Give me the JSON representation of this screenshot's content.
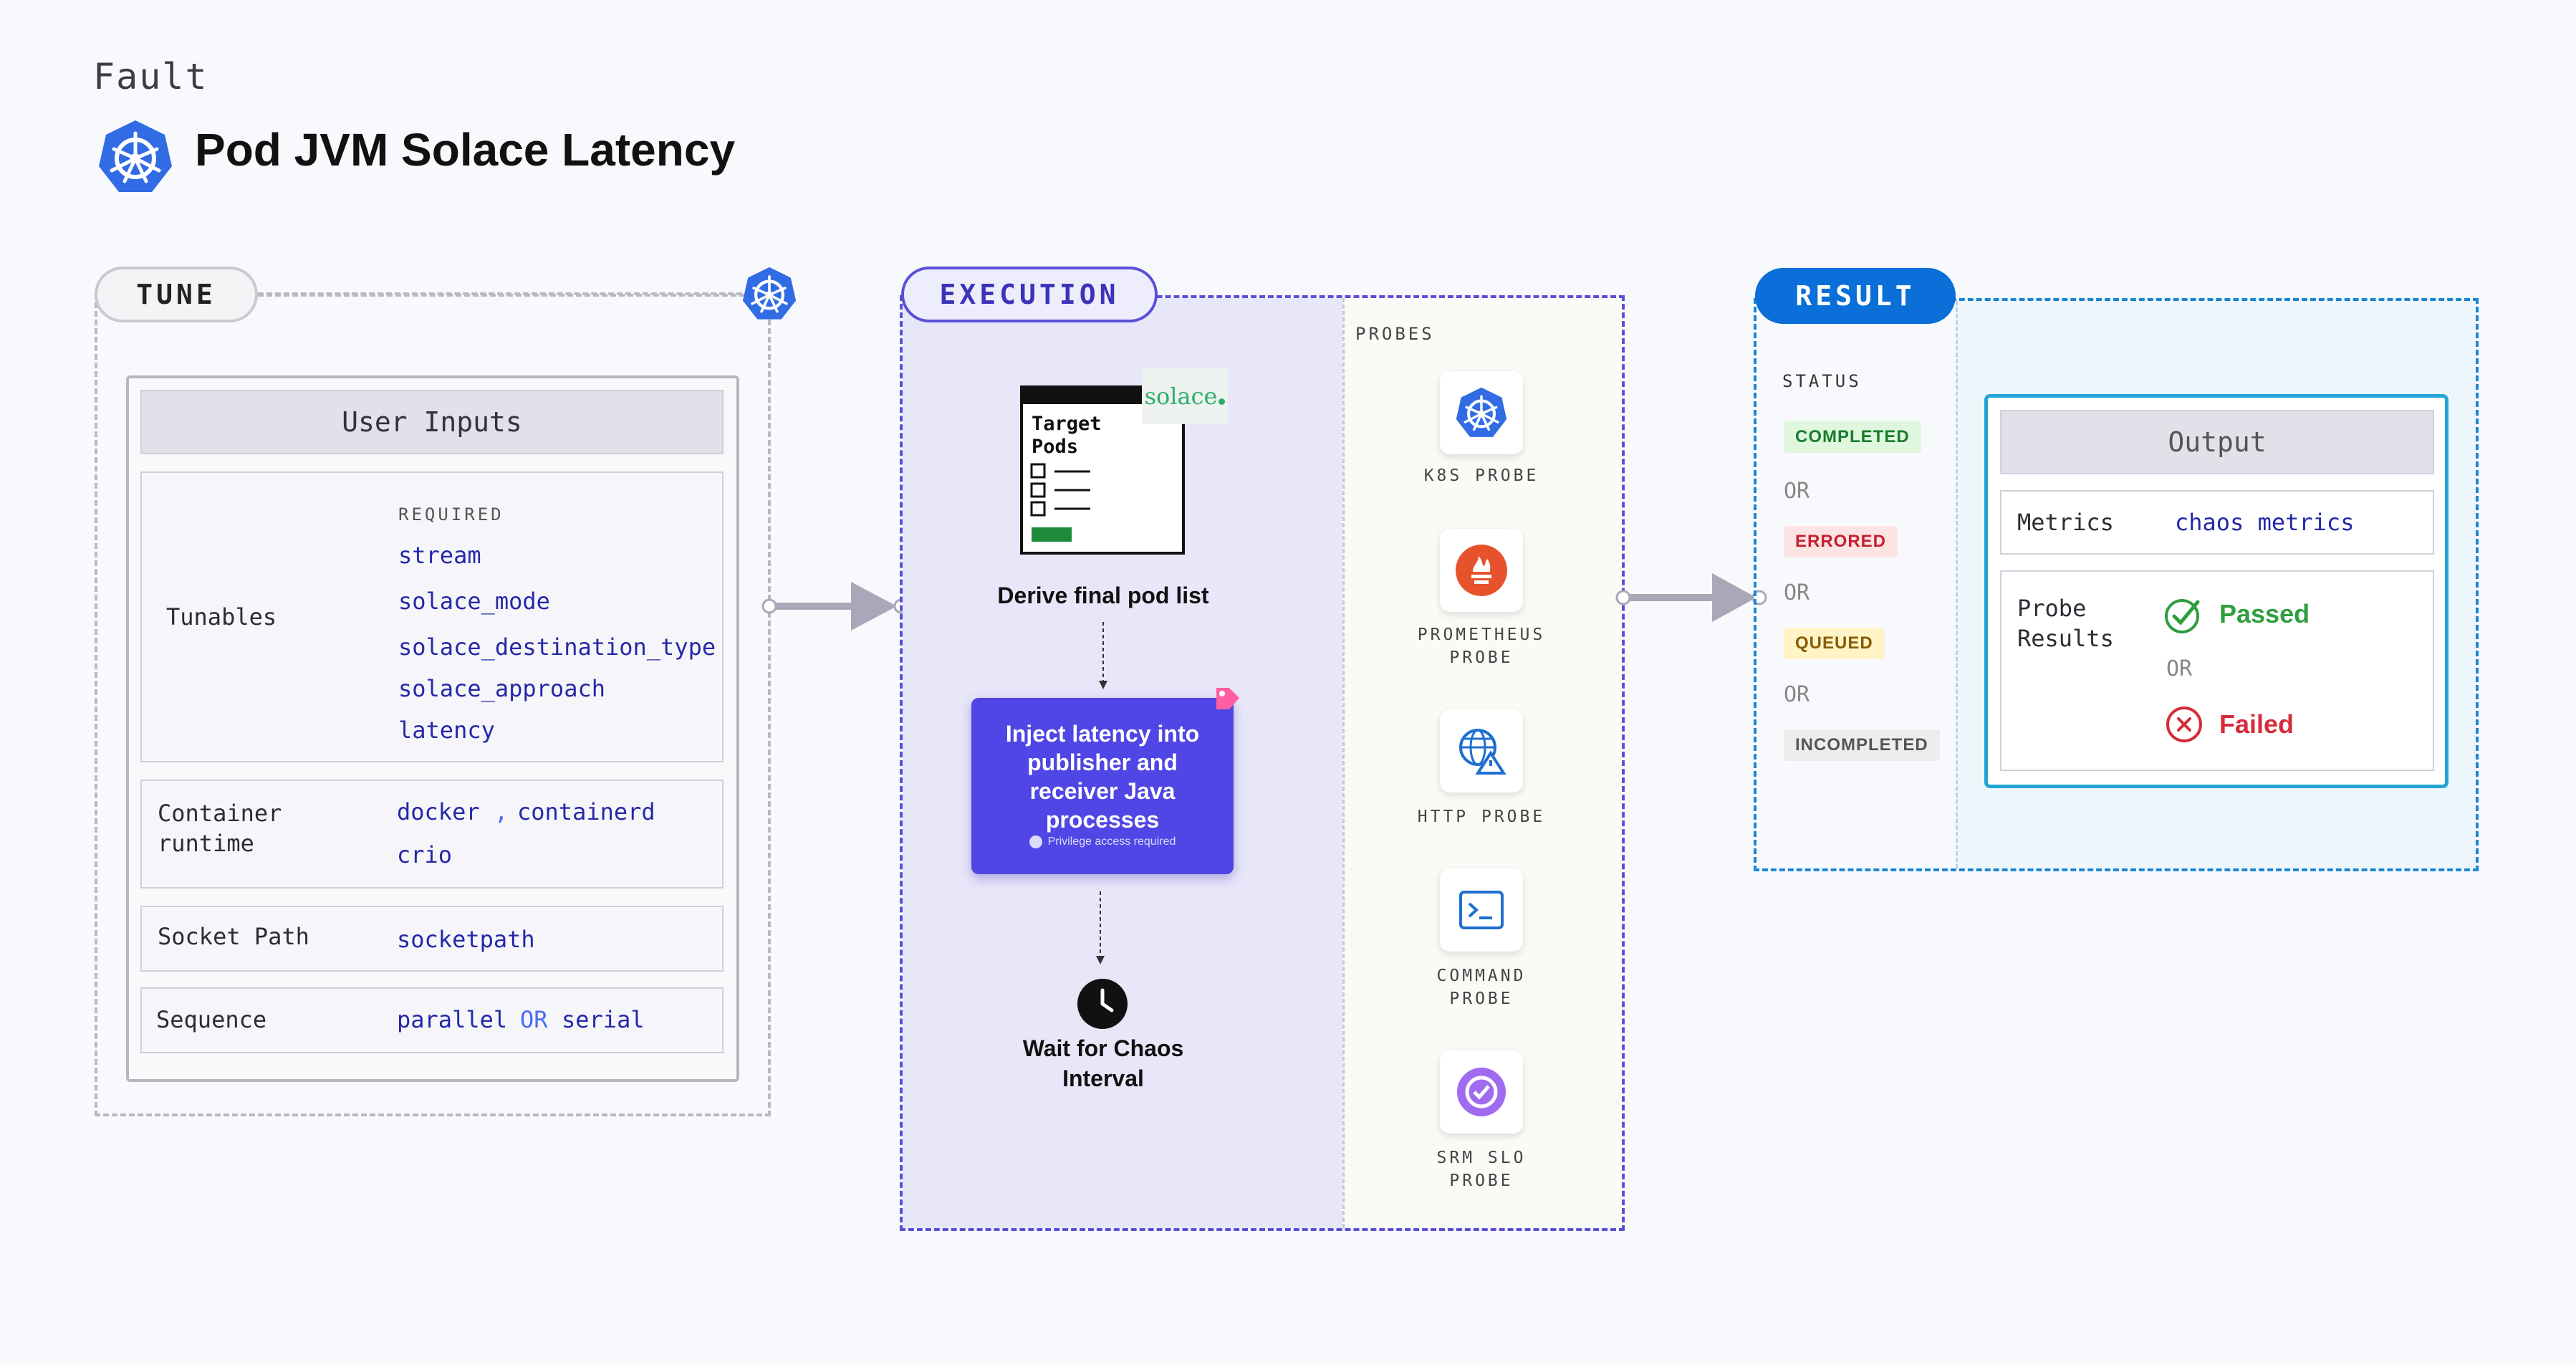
{
  "header": {
    "category": "Fault",
    "title": "Pod JVM Solace Latency"
  },
  "tune": {
    "label": "TUNE",
    "user_inputs_title": "User Inputs",
    "tunables_label": "Tunables",
    "required_label": "REQUIRED",
    "tunables": [
      "stream",
      "solace_mode",
      "solace_destination_type",
      "solace_approach",
      "latency"
    ],
    "container_runtime_label_1": "Container",
    "container_runtime_label_2": "runtime",
    "runtime_docker": "docker",
    "runtime_sep": ",",
    "runtime_containerd": "containerd",
    "runtime_crio": "crio",
    "socket_path_label": "Socket Path",
    "socket_path_value": "socketpath",
    "sequence_label": "Sequence",
    "sequence_parallel": "parallel",
    "sequence_or": "OR",
    "sequence_serial": "serial"
  },
  "execution": {
    "label": "EXECUTION",
    "target_title_1": "Target",
    "target_title_2": "Pods",
    "solace_logo": "solace",
    "step1": "Derive final pod list",
    "step2_1": "Inject latency into",
    "step2_2": "publisher and",
    "step2_3": "receiver Java",
    "step2_4": "processes",
    "privilege_note": "Privilege access required",
    "step3_1": "Wait for Chaos",
    "step3_2": "Interval"
  },
  "probes": {
    "title": "PROBES",
    "items": [
      {
        "line1": "K8S PROBE",
        "line2": "",
        "icon": "k8s-icon"
      },
      {
        "line1": "PROMETHEUS",
        "line2": "PROBE",
        "icon": "prometheus-icon"
      },
      {
        "line1": "HTTP PROBE",
        "line2": "",
        "icon": "http-icon"
      },
      {
        "line1": "COMMAND",
        "line2": "PROBE",
        "icon": "terminal-icon"
      },
      {
        "line1": "SRM SLO",
        "line2": "PROBE",
        "icon": "slo-icon"
      }
    ]
  },
  "result": {
    "label": "RESULT",
    "status_title": "STATUS",
    "statuses": [
      "COMPLETED",
      "ERRORED",
      "QUEUED",
      "INCOMPLETED"
    ],
    "or": "OR",
    "output_title": "Output",
    "metrics_label": "Metrics",
    "metrics_value": "chaos metrics",
    "probe_results_label_1": "Probe",
    "probe_results_label_2": "Results",
    "passed": "Passed",
    "failed": "Failed"
  },
  "colors": {
    "execution_accent": "#5b4fd9",
    "result_accent": "#0a6fd8",
    "inject_box": "#4f46e5",
    "tunable_value": "#2428a8",
    "passed": "#2f9e3f",
    "failed": "#d62b3a"
  }
}
